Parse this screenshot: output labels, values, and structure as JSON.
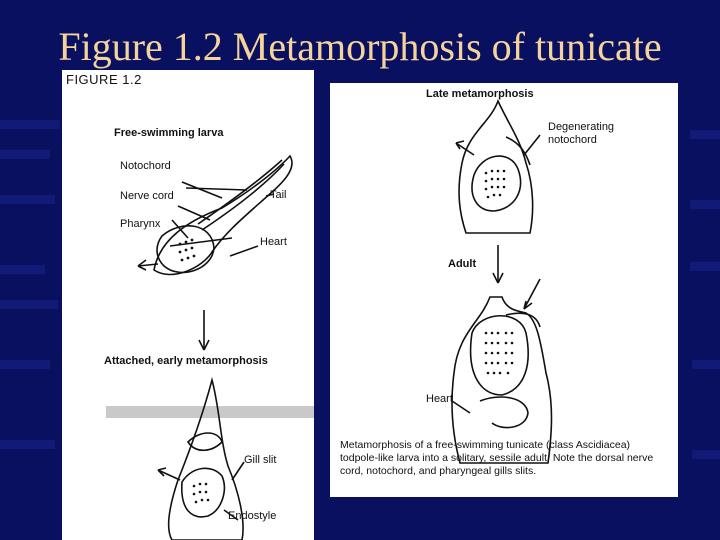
{
  "slide": {
    "title": "Figure 1.2 Metamorphosis of tunicate",
    "colors": {
      "background": "#0a1060",
      "title": "#f5d39a",
      "panel": "#ffffff"
    }
  },
  "left_panel": {
    "figure_label": "FIGURE 1.2",
    "stage_free_swimming": "Free-swimming larva",
    "label_notochord": "Notochord",
    "label_nerve_cord": "Nerve cord",
    "label_tail": "Tail",
    "label_pharynx": "Pharynx",
    "label_heart": "Heart",
    "stage_attached": "Attached, early metamorphosis",
    "label_gill_slit": "Gill slit",
    "label_endostyle": "Endostyle"
  },
  "right_panel": {
    "stage_late": "Late metamorphosis",
    "label_degenerating_notochord_1": "Degenerating",
    "label_degenerating_notochord_2": "notochord",
    "stage_adult": "Adult",
    "label_heart": "Heart",
    "caption": "Metamorphosis of a free-swimming tunicate (class Ascidiacea) todpole-like larva into a solitary, sessile adult. Note the dorsal nerve cord, notochord, and pharyngeal gills slits."
  }
}
